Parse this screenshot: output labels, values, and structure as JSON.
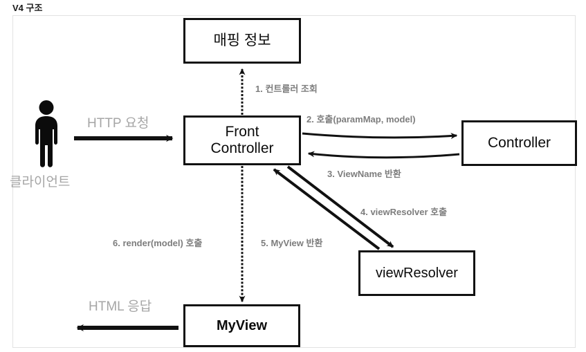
{
  "page": {
    "title": "V4 구조"
  },
  "diagram": {
    "type": "flow-diagram",
    "nodes": [
      {
        "id": "mapping-info",
        "label": "매핑 정보",
        "shape": "rectangle"
      },
      {
        "id": "front-controller",
        "label": "Front\nController",
        "shape": "rectangle"
      },
      {
        "id": "controller",
        "label": "Controller",
        "shape": "rectangle"
      },
      {
        "id": "view-resolver",
        "label": "viewResolver",
        "shape": "rectangle"
      },
      {
        "id": "myview",
        "label": "MyView",
        "shape": "rectangle"
      }
    ],
    "actor": {
      "id": "client",
      "label": "클라이언트",
      "icon": "person-icon"
    },
    "edges": [
      {
        "id": "http-request",
        "label": "HTTP 요청",
        "from": "client",
        "to": "front-controller",
        "style": "solid",
        "arrow": "single"
      },
      {
        "id": "step-1",
        "label": "1. 컨트롤러 조회",
        "from": "front-controller",
        "to": "mapping-info",
        "style": "dashed",
        "arrow": "single"
      },
      {
        "id": "step-2",
        "label": "2. 호출(paramMap, model)",
        "from": "front-controller",
        "to": "controller",
        "style": "sketch",
        "arrow": "single"
      },
      {
        "id": "step-3",
        "label": "3. ViewName 반환",
        "from": "controller",
        "to": "front-controller",
        "style": "sketch",
        "arrow": "single"
      },
      {
        "id": "step-4",
        "label": "4. viewResolver 호출",
        "from": "front-controller",
        "to": "view-resolver",
        "style": "solid",
        "arrow": "single"
      },
      {
        "id": "step-5",
        "label": "5. MyView 반환",
        "from": "view-resolver",
        "to": "front-controller",
        "style": "solid",
        "arrow": "single"
      },
      {
        "id": "step-6",
        "label": "6. render(model) 호출",
        "from": "front-controller",
        "to": "myview",
        "style": "dashed",
        "arrow": "single"
      },
      {
        "id": "html-response",
        "label": "HTML 응답",
        "from": "myview",
        "to": "client",
        "style": "solid",
        "arrow": "single"
      }
    ],
    "colors": {
      "node_border": "#111111",
      "node_fill": "#ffffff",
      "edge": "#111111",
      "label_text": "#7d7d7d",
      "label_text_light": "#a6a6a6",
      "frame_border": "#e2e2e2",
      "title_text": "#1a1a1a"
    }
  }
}
